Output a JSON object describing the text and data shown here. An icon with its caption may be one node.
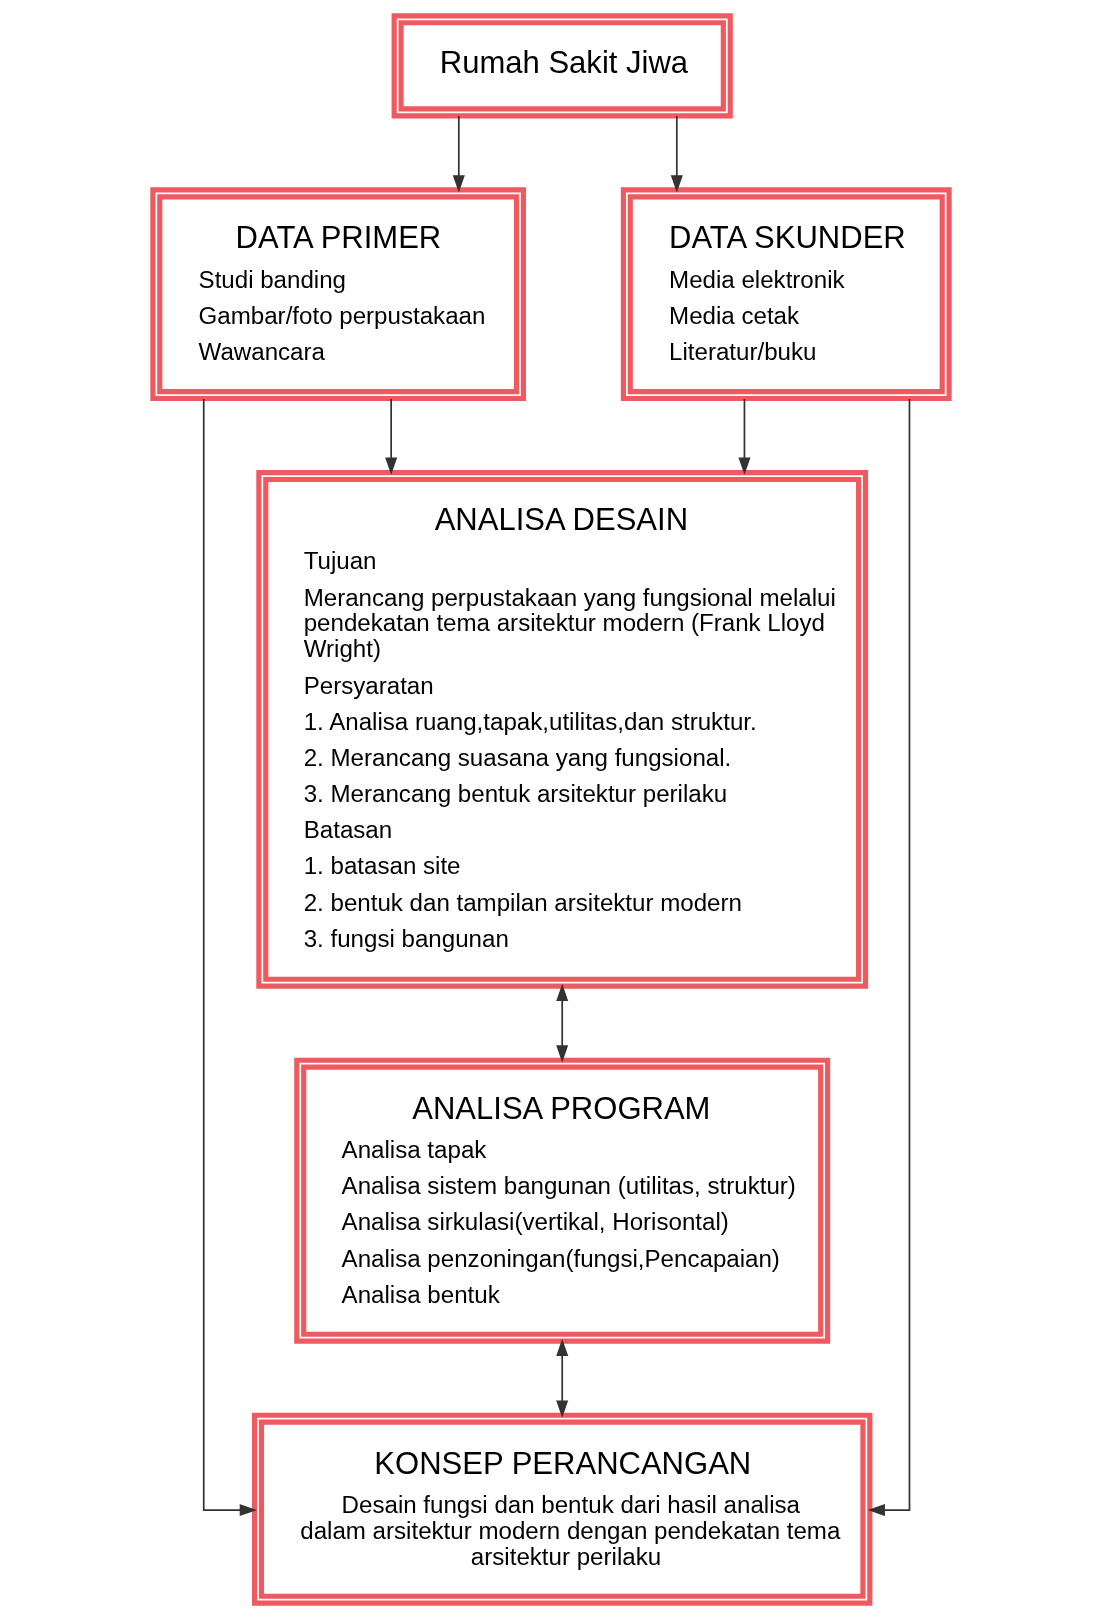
{
  "diagram": {
    "nodes": [
      {
        "text": [
          "Rumah Sakit Jiwa"
        ]
      },
      {
        "text": [
          "DATA PRIMER",
          "Studi banding",
          "Gambar/foto perpustakaan",
          "Wawancara"
        ]
      },
      {
        "text": [
          "DATA SKUNDER",
          "Media elektronik",
          "Media cetak",
          "Literatur/buku"
        ]
      },
      {
        "text": [
          "ANALISA DESAIN",
          "Tujuan",
          "Merancang perpustakaan yang fungsional melalui pendekatan tema arsitektur modern (Frank Lloyd Wright)",
          "Persyaratan",
          "1. Analisa ruang,tapak,utilitas,dan struktur.",
          "2. Merancang suasana yang fungsional.",
          "3. Merancang bentuk arsitektur perilaku",
          "Batasan",
          "1. batasan site",
          "2. bentuk dan tampilan arsitektur modern",
          "3. fungsi bangunan"
        ]
      },
      {
        "text": [
          "ANALISA PROGRAM",
          "Analisa tapak",
          "Analisa sistem bangunan (utilitas, struktur)",
          "Analisa sirkulasi(vertikal, Horisontal)",
          "Analisa penzoningan(fungsi,Pencapaian)",
          "Analisa bentuk"
        ]
      },
      {
        "text": [
          "KONSEP PERANCANGAN",
          "Desain fungsi dan bentuk dari hasil analisa dalam arsitektur modern dengan pendekatan tema arsitektur perilaku"
        ]
      }
    ],
    "edges": [
      {
        "from": 0,
        "to": 1,
        "arrow": "to"
      },
      {
        "from": 0,
        "to": 2,
        "arrow": "to"
      },
      {
        "from": 1,
        "to": 3,
        "arrow": "to"
      },
      {
        "from": 2,
        "to": 3,
        "arrow": "to"
      },
      {
        "from": 3,
        "to": 4,
        "arrow": "both"
      },
      {
        "from": 4,
        "to": 5,
        "arrow": "both"
      },
      {
        "from": 1,
        "to": 5,
        "arrow": "to"
      },
      {
        "from": 2,
        "to": 5,
        "arrow": "to"
      }
    ]
  }
}
